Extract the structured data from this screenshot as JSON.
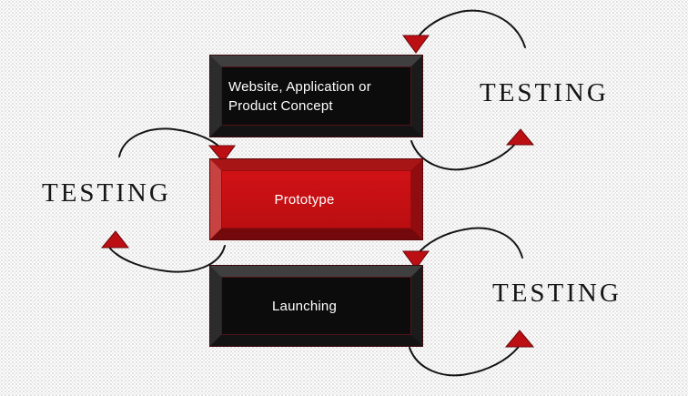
{
  "diagram": {
    "boxes": [
      {
        "id": "concept",
        "label": "Website, Application or Product Concept",
        "variant": "black"
      },
      {
        "id": "prototype",
        "label": "Prototype",
        "variant": "red"
      },
      {
        "id": "launching",
        "label": "Launching",
        "variant": "black"
      }
    ],
    "testing_labels": {
      "top_right": "TESTING",
      "left": "TESTING",
      "bottom_right": "TESTING"
    },
    "colors": {
      "background": "#fdfdfd",
      "box_black_face": "#0d0c0c",
      "box_black_bevel": "#3f3e3e",
      "box_red_face": "#c81013",
      "box_red_bevel_light": "#c64342",
      "pinstripe_red": "#4f1318",
      "arrowhead_red": "#bb0f14",
      "arc_stroke": "#141414",
      "box_text": "#ffffff",
      "testing_text": "#161616"
    }
  }
}
